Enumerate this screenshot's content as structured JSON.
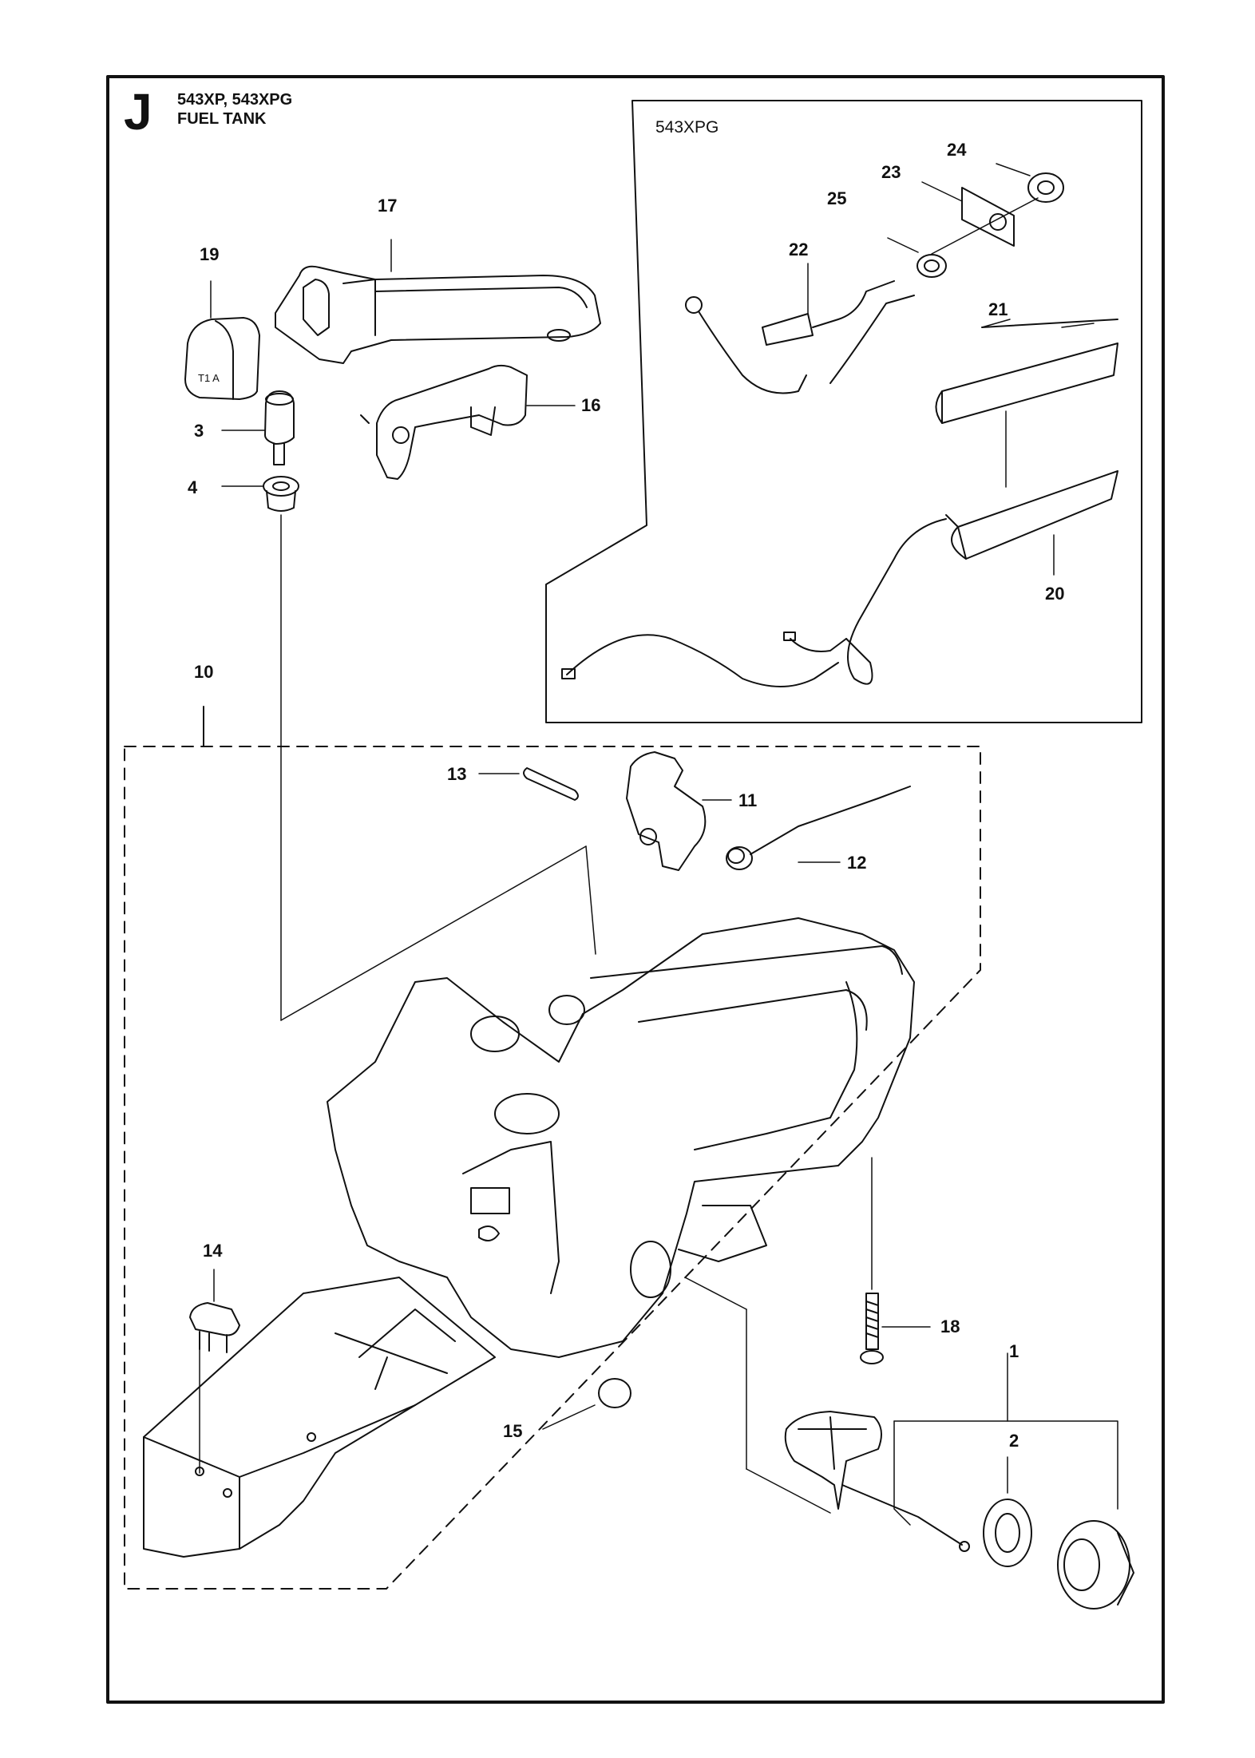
{
  "header": {
    "section": "J",
    "models": "543XP, 543XPG",
    "title": "FUEL TANK"
  },
  "inset": {
    "label": "543XPG"
  },
  "callouts": [
    {
      "id": "17",
      "label": "17"
    },
    {
      "id": "19",
      "label": "19"
    },
    {
      "id": "16",
      "label": "16"
    },
    {
      "id": "3",
      "label": "3"
    },
    {
      "id": "4",
      "label": "4"
    },
    {
      "id": "10",
      "label": "10"
    },
    {
      "id": "13",
      "label": "13"
    },
    {
      "id": "11",
      "label": "11"
    },
    {
      "id": "12",
      "label": "12"
    },
    {
      "id": "24",
      "label": "24"
    },
    {
      "id": "23",
      "label": "23"
    },
    {
      "id": "25",
      "label": "25"
    },
    {
      "id": "22",
      "label": "22"
    },
    {
      "id": "21",
      "label": "21"
    },
    {
      "id": "20",
      "label": "20"
    },
    {
      "id": "14",
      "label": "14"
    },
    {
      "id": "18",
      "label": "18"
    },
    {
      "id": "1",
      "label": "1"
    },
    {
      "id": "2",
      "label": "2"
    },
    {
      "id": "15",
      "label": "15"
    }
  ]
}
